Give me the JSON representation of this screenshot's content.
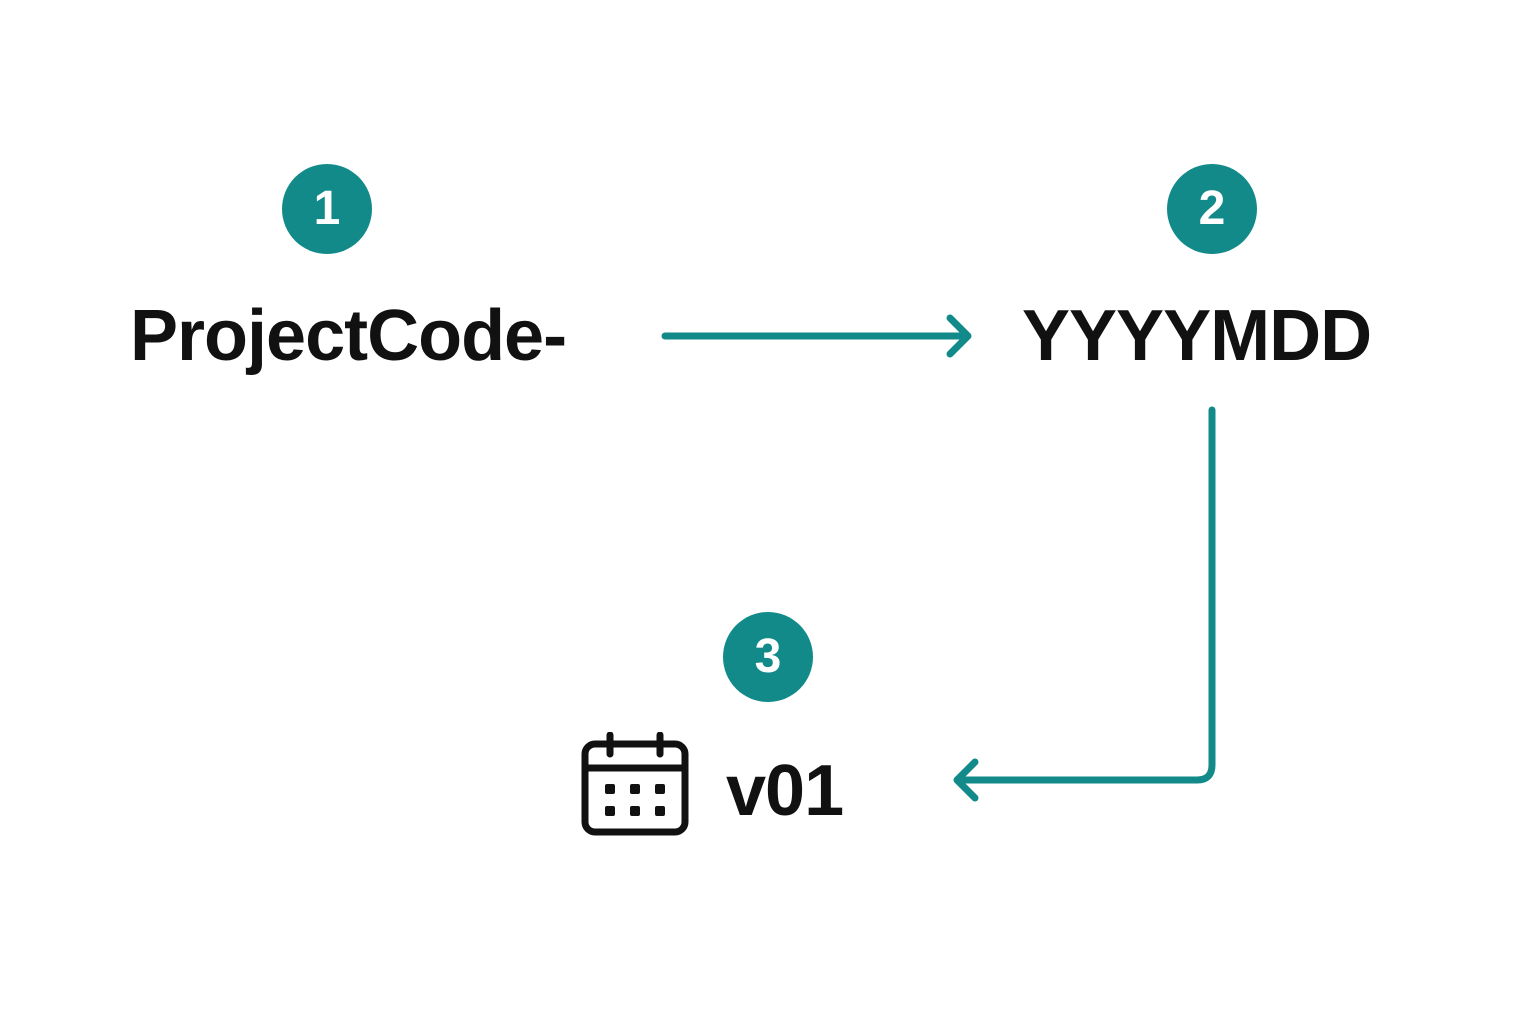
{
  "colors": {
    "accent": "#138A8A",
    "text": "#111111",
    "background": "#FFFFFF"
  },
  "steps": [
    {
      "number": "1",
      "label": "ProjectCode-"
    },
    {
      "number": "2",
      "label": "YYYYMDD"
    },
    {
      "number": "3",
      "label": "v01",
      "icon": "calendar-icon"
    }
  ]
}
